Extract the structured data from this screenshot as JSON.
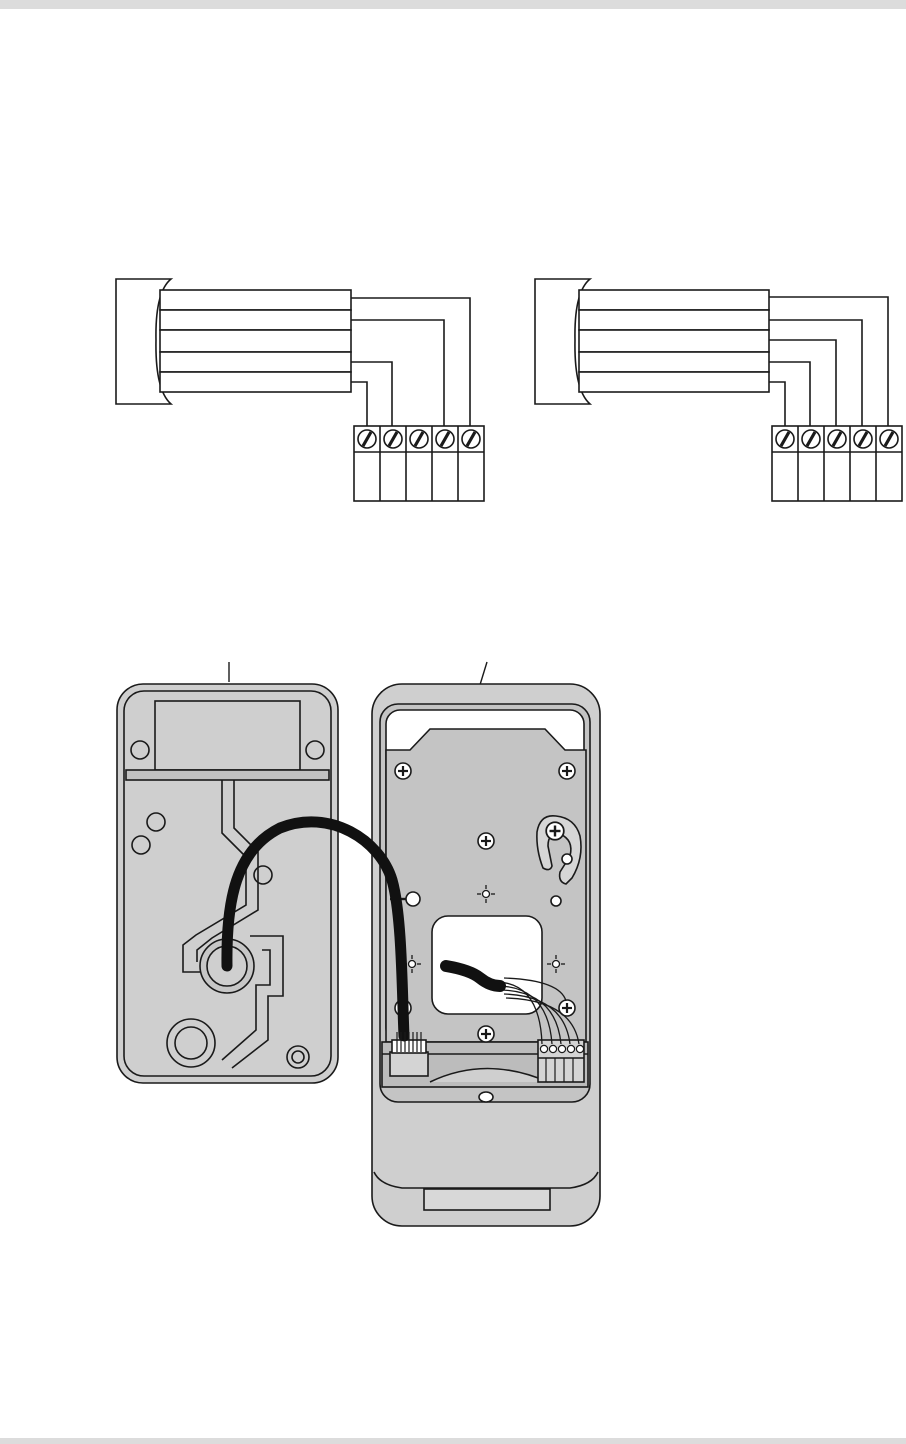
{
  "colors": {
    "page_background": "#ffffff",
    "rule_bar": "#dcdcdc",
    "line": "#1a1a1a",
    "housing_fill": "#cfcfcf",
    "housing_inner_fill": "#bdbdbd",
    "wire_black": "#111111"
  },
  "icons": {
    "terminal_screw": "screw-head-icon",
    "mount_screw": "cross-screw-icon",
    "alignment_mark": "crosshair-icon"
  },
  "diagram": {
    "wiring_diagrams": [
      {
        "name": "wiring-diagram-left",
        "conductors": 5,
        "terminals": 5
      },
      {
        "name": "wiring-diagram-right",
        "conductors": 5,
        "terminals": 5
      }
    ]
  }
}
